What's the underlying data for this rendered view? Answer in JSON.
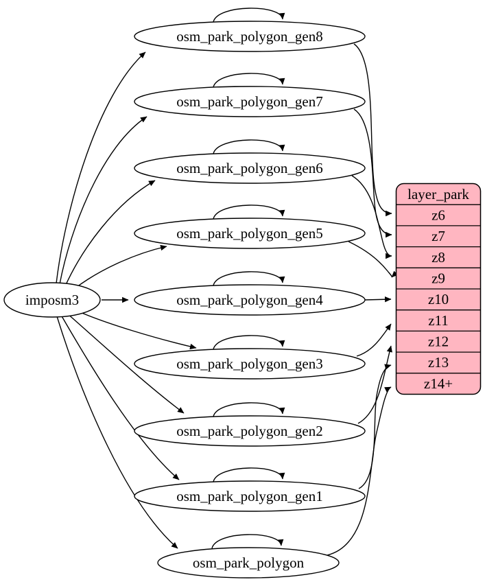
{
  "diagram": {
    "source_node": {
      "label": "imposm3"
    },
    "process_nodes": [
      {
        "label": "osm_park_polygon_gen8"
      },
      {
        "label": "osm_park_polygon_gen7"
      },
      {
        "label": "osm_park_polygon_gen6"
      },
      {
        "label": "osm_park_polygon_gen5"
      },
      {
        "label": "osm_park_polygon_gen4"
      },
      {
        "label": "osm_park_polygon_gen3"
      },
      {
        "label": "osm_park_polygon_gen2"
      },
      {
        "label": "osm_park_polygon_gen1"
      },
      {
        "label": "osm_park_polygon"
      }
    ],
    "layer_table": {
      "title": "layer_park",
      "rows": [
        "z6",
        "z7",
        "z8",
        "z9",
        "z10",
        "z11",
        "z12",
        "z13",
        "z14+"
      ]
    },
    "edges": {
      "from_source_to": [
        "osm_park_polygon_gen8",
        "osm_park_polygon_gen7",
        "osm_park_polygon_gen6",
        "osm_park_polygon_gen5",
        "osm_park_polygon_gen4",
        "osm_park_polygon_gen3",
        "osm_park_polygon_gen2",
        "osm_park_polygon_gen1",
        "osm_park_polygon"
      ],
      "self_loops_on": [
        "osm_park_polygon_gen8",
        "osm_park_polygon_gen7",
        "osm_park_polygon_gen6",
        "osm_park_polygon_gen5",
        "osm_park_polygon_gen4",
        "osm_park_polygon_gen3",
        "osm_park_polygon_gen2",
        "osm_park_polygon_gen1",
        "osm_park_polygon"
      ],
      "to_layer_rows": [
        [
          "osm_park_polygon_gen8",
          "z6"
        ],
        [
          "osm_park_polygon_gen7",
          "z7"
        ],
        [
          "osm_park_polygon_gen6",
          "z8"
        ],
        [
          "osm_park_polygon_gen5",
          "z9"
        ],
        [
          "osm_park_polygon_gen4",
          "z10"
        ],
        [
          "osm_park_polygon_gen3",
          "z11"
        ],
        [
          "osm_park_polygon_gen2",
          "z12"
        ],
        [
          "osm_park_polygon_gen1",
          "z13"
        ],
        [
          "osm_park_polygon",
          "z14+"
        ]
      ]
    },
    "colors": {
      "table_fill": "#ffb6c1",
      "node_fill": "#ffffff",
      "stroke": "#000000"
    }
  }
}
